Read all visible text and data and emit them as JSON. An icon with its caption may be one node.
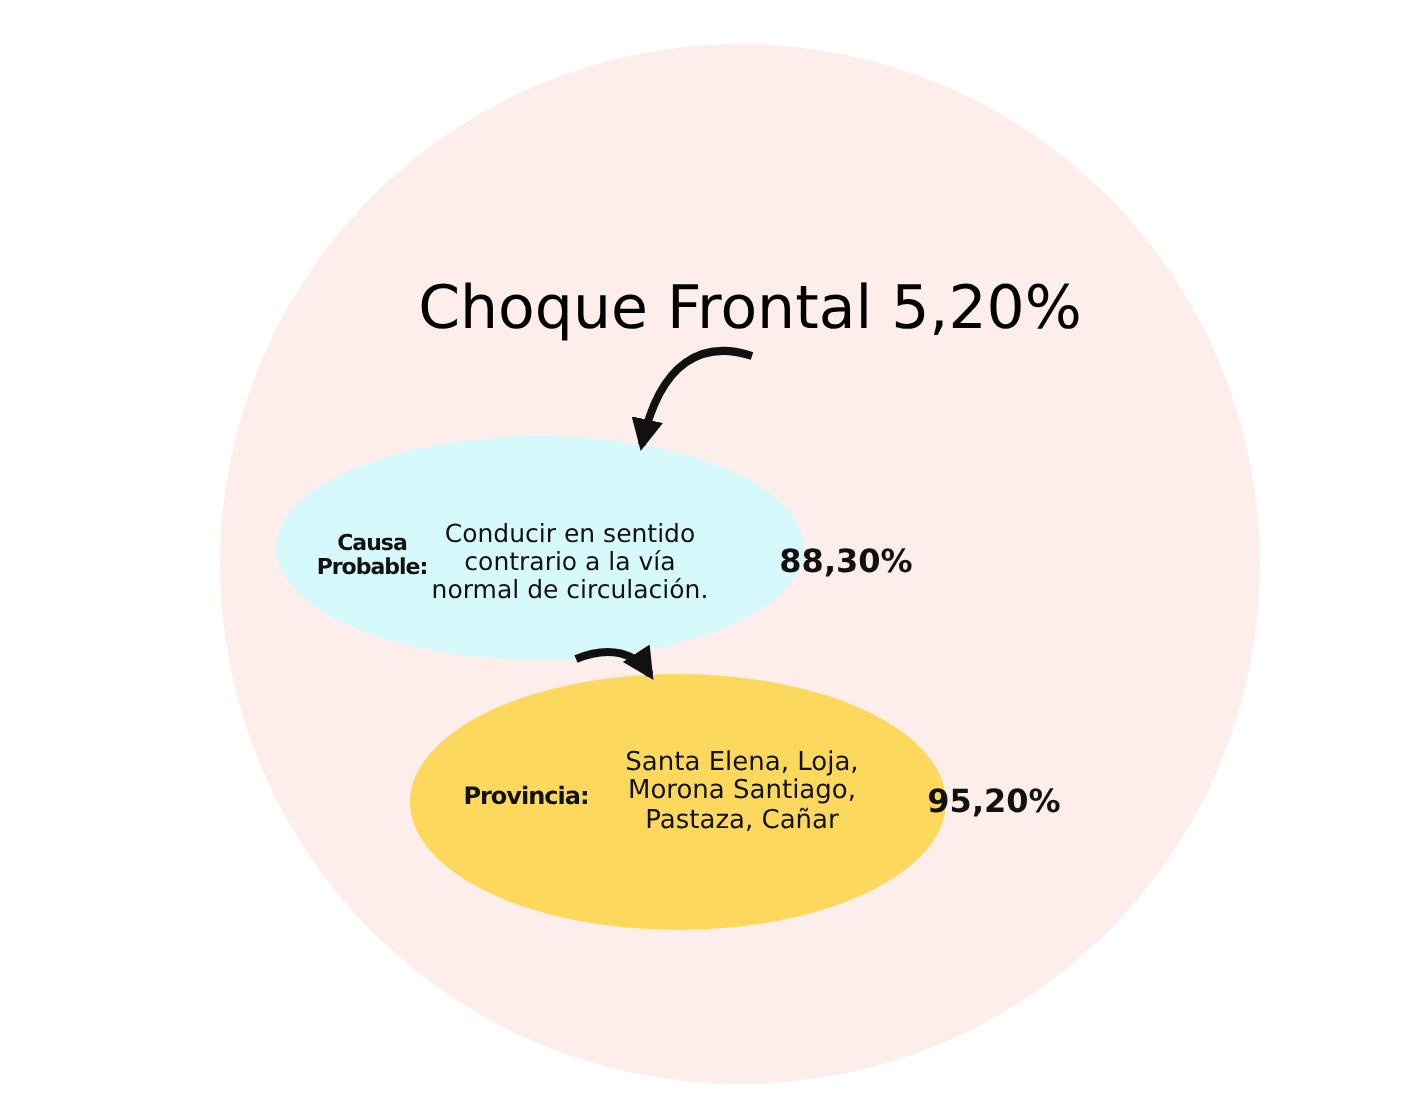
{
  "diagram": {
    "nodes": [
      {
        "text": [],
        "shape": "circle"
      },
      {
        "text": [
          "Choque Frontal 5,20%"
        ],
        "in": 0
      },
      {
        "text": [
          "Causa Probable:",
          "Conducir en sentido contrario a la vía normal de circulación.",
          "88,30%"
        ],
        "in": 0
      },
      {
        "text": [
          "Provincia:",
          "Santa Elena, Loja, Morona Santiago, Pastaza, Cañar",
          "95,20%"
        ],
        "in": 0
      }
    ],
    "edges": [
      {
        "from": 1,
        "to": 2,
        "arrow": "to"
      },
      {
        "from": 2,
        "to": 3,
        "arrow": "to"
      }
    ]
  }
}
